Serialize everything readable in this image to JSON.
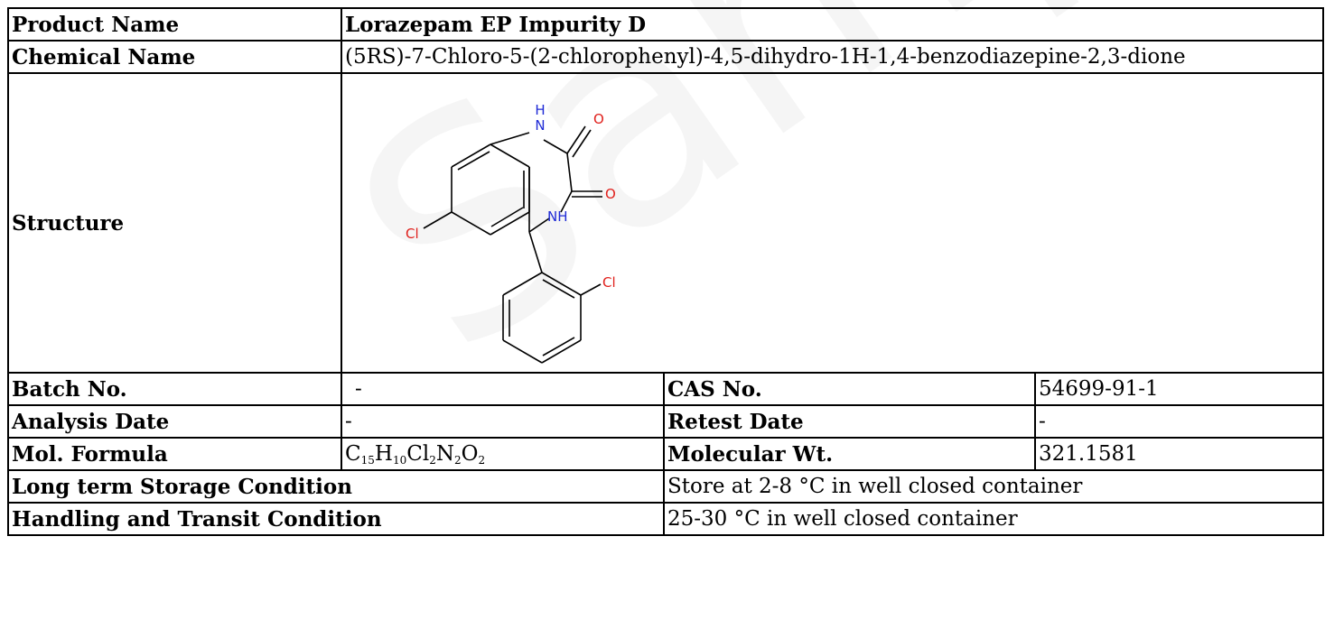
{
  "watermark": "Sample COA",
  "product": {
    "label": "Product Name",
    "value": "Lorazepam EP Impurity D"
  },
  "chemical": {
    "label": "Chemical Name",
    "value": "(5RS)-7-Chloro-5-(2-chlorophenyl)-4,5-dihydro-1H-1,4-benzodiazepine-2,3-dione"
  },
  "structure": {
    "label": "Structure",
    "atoms": {
      "n1": "H",
      "n1b": "N",
      "o1": "O",
      "o2": "O",
      "nh": "NH",
      "cl1": "Cl",
      "cl2": "Cl"
    },
    "colors": {
      "bond": "#000000",
      "nitrogen": "#1f2bd6",
      "oxygen": "#e0201c",
      "chlorine": "#e0201c"
    }
  },
  "batch": {
    "label": "Batch No.",
    "value": "-",
    "cas_label": "CAS No.",
    "cas_value": "54699-91-1"
  },
  "analysis": {
    "label": "Analysis Date",
    "value": "-",
    "retest_label": "Retest Date",
    "retest_value": "-"
  },
  "formula": {
    "label": "Mol. Formula",
    "parts": [
      {
        "el": "C",
        "n": "15"
      },
      {
        "el": "H",
        "n": "10"
      },
      {
        "el": "Cl",
        "n": "2"
      },
      {
        "el": "N",
        "n": "2"
      },
      {
        "el": "O",
        "n": "2"
      }
    ],
    "mw_label": "Molecular Wt.",
    "mw_value": "321.1581"
  },
  "storage": {
    "label": "Long term Storage Condition",
    "value": "Store at 2-8 °C in well closed container"
  },
  "handling": {
    "label": "Handling and Transit Condition",
    "value": "25-30 °C in well closed container"
  }
}
